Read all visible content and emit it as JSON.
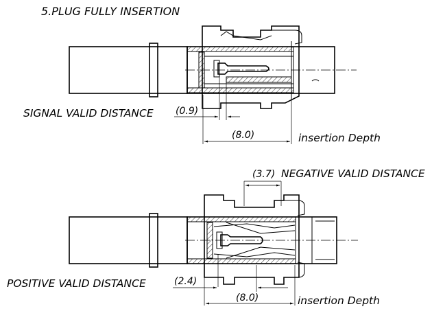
{
  "heading": "5.PLUG FULLY INSERTION",
  "top": {
    "signal_label": "SIGNAL  VALID  DISTANCE",
    "signal_value": "(0.9)",
    "depth_value": "(8.0)",
    "depth_label": "insertion  Depth"
  },
  "bottom": {
    "negative_value": "(3.7)",
    "negative_label": "NEGATIVE  VALID  DISTANCE",
    "positive_label": "POSITIVE    VALID  DISTANCE",
    "positive_value": "(2.4)",
    "depth_value": "(8.0)",
    "depth_label": "insertion  Depth"
  }
}
